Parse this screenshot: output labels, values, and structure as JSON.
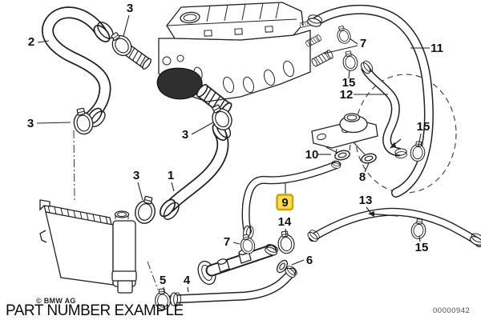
{
  "diagram": {
    "callouts": [
      {
        "label": "2",
        "highlighted": false
      },
      {
        "label": "3",
        "highlighted": false
      },
      {
        "label": "3",
        "highlighted": false
      },
      {
        "label": "3",
        "highlighted": false
      },
      {
        "label": "1",
        "highlighted": false
      },
      {
        "label": "3",
        "highlighted": false
      },
      {
        "label": "7",
        "highlighted": false
      },
      {
        "label": "11",
        "highlighted": false
      },
      {
        "label": "15",
        "highlighted": false
      },
      {
        "label": "12",
        "highlighted": false
      },
      {
        "label": "10",
        "highlighted": false
      },
      {
        "label": "8",
        "highlighted": false
      },
      {
        "label": "15",
        "highlighted": false
      },
      {
        "label": "9",
        "highlighted": true
      },
      {
        "label": "14",
        "highlighted": false
      },
      {
        "label": "13",
        "highlighted": false
      },
      {
        "label": "6",
        "highlighted": false
      },
      {
        "label": "15",
        "highlighted": false
      },
      {
        "label": "5",
        "highlighted": false
      },
      {
        "label": "4",
        "highlighted": false
      },
      {
        "label": "7",
        "highlighted": false
      }
    ]
  },
  "colors": {
    "line": "#222222",
    "highlight_fill": "#ffdf45",
    "highlight_border": "#cda408"
  },
  "footer": {
    "copyright": "© BMW AG",
    "caption": "PART NUMBER EXAMPLE",
    "drawing_number": "00000942"
  }
}
